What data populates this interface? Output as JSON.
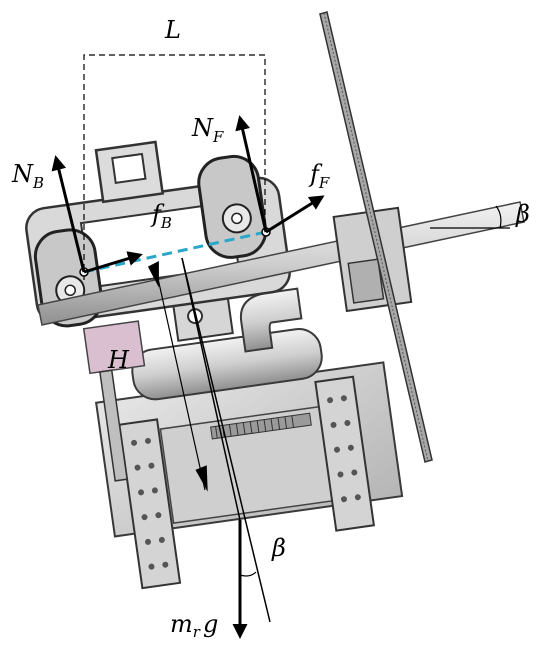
{
  "labels": {
    "L": "L",
    "N_B": "N",
    "N_B_sub": "B",
    "N_F": "N",
    "N_F_sub": "F",
    "f_F": "f",
    "f_F_sub": "F",
    "f_B": "f",
    "f_B_sub": "B",
    "H": "H",
    "beta_top": "β",
    "beta_bottom": "β",
    "m": "m",
    "m_sub": "r",
    "g": "g"
  },
  "colors": {
    "metal_light": "#dcdcdc",
    "metal_mid": "#bdbdbd",
    "metal_dark": "#8e8e8e",
    "outline": "#3a3a3a",
    "arrow": "#000000",
    "center_line": "#2aa6c8",
    "pink_part": "#d9bfd0"
  }
}
